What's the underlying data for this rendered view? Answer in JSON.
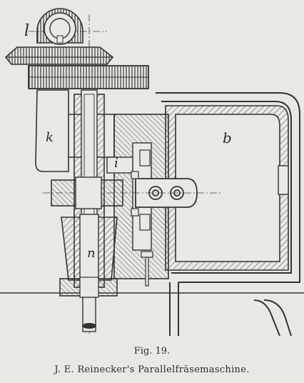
{
  "figure": {
    "labels": {
      "l": "l",
      "k": "k",
      "b": "b",
      "i": "i",
      "n": "n"
    }
  },
  "caption": {
    "number": "Fig. 19.",
    "title": "J. E. Reinecker's Parallelfräsemaschine."
  }
}
